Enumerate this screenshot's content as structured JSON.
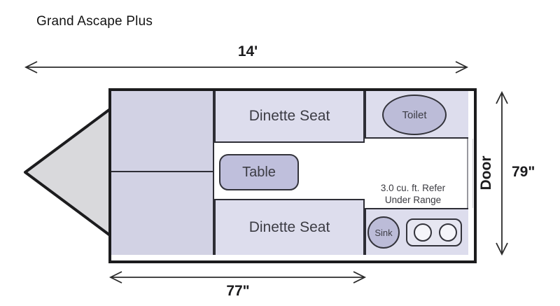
{
  "title": "Grand Ascape Plus",
  "dimensions": {
    "length": "14'",
    "width": "77\"",
    "height": "79\""
  },
  "floorplan": {
    "dinette_top": "Dinette Seat",
    "dinette_bottom": "Dinette Seat",
    "table": "Table",
    "toilet": "Toilet",
    "sink": "Sink",
    "door": "Door",
    "refer_line1": "3.0 cu. ft. Refer",
    "refer_line2": "Under Range"
  },
  "colors": {
    "wall": "#1c1c1e",
    "room_fill": "#dddded",
    "storage_fill": "#d2d2e4",
    "fixture_fill": "#bcbcd8",
    "table_fill": "#bfbfdc",
    "range_fill": "#e6e6f1",
    "tongue_fill": "#d9d9dc"
  }
}
